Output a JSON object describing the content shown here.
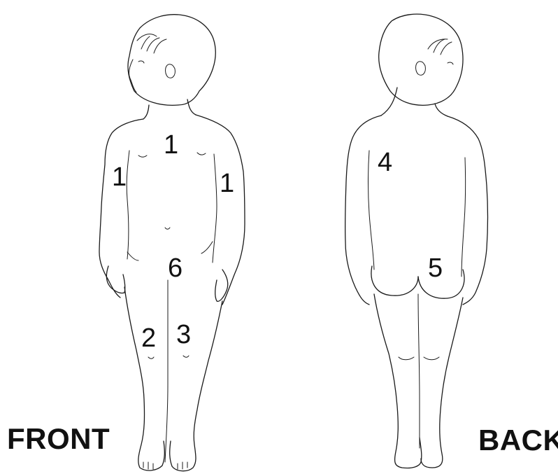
{
  "labels": {
    "front": "FRONT",
    "back": "BACK"
  },
  "regions": {
    "chest": "1",
    "right_arm": "1",
    "left_arm": "1",
    "right_thigh": "2",
    "left_thigh": "3",
    "upper_back": "4",
    "buttocks": "5",
    "groin": "6"
  },
  "colors": {
    "line": "#1a1a1a",
    "text": "#111111",
    "background": "#ffffff"
  }
}
